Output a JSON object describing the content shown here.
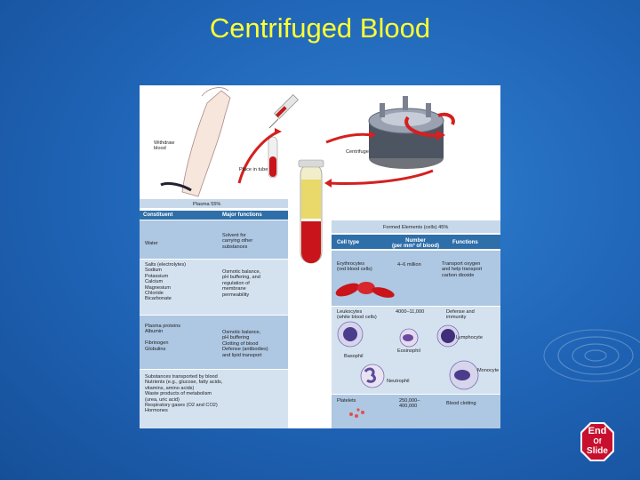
{
  "slide": {
    "title": "Centrifuged Blood"
  },
  "diagram": {
    "withdraw_label": "Withdraw\nblood",
    "place_label": "Place in tube",
    "centrifuge_label": "Centrifuge",
    "plasma_header": "Plasma 55%",
    "formed_header": "Formed Elements (cells) 45%",
    "left_table": {
      "headers": [
        "Constituent",
        "Major functions"
      ],
      "rows": [
        {
          "constituent": "Water",
          "function": "Solvent for\ncarrying other\nsubstances"
        },
        {
          "constituent": "Salts (electrolytes)\n  Sodium\n  Potassium\n  Calcium\n  Magnesium\n  Chloride\n  Bicarbonate",
          "function": "Osmotic balance,\npH buffering, and\nregulation of\nmembrane\npermeability"
        },
        {
          "constituent": "Plasma proteins\n  Albumin\n\n  Fibrinogen\n  Globulins",
          "function": "Osmotic balance,\npH buffering\nClotting of blood\nDefense (antibodies)\nand lipid transport"
        },
        {
          "constituent": "Substances transported by blood\n  Nutrients (e.g., glucose, fatty acids,\n  vitamins, amino acids)\n  Waste products of metabolism\n  (urea, uric acid)\n  Respiratory gases (O2 and CO2)\n  Hormones",
          "function": ""
        }
      ]
    },
    "right_table": {
      "headers": [
        "Cell type",
        "Number\n(per mm³ of blood)",
        "Functions"
      ],
      "rows": [
        {
          "type": "Erythrocytes\n(red blood cells)",
          "number": "4–6 million",
          "function": "Transport oxygen\nand help transport\ncarbon dioxide"
        },
        {
          "type": "Leukocytes\n(white blood cells)",
          "number": "4000–11,000",
          "function": "Defense and\nimmunity"
        },
        {
          "type": "Platelets",
          "number": "250,000–\n400,000",
          "function": "Blood clotting"
        }
      ],
      "cell_labels": {
        "lymphocyte": "Lymphocyte",
        "basophil": "Basophil",
        "eosinophil": "Eosinophil",
        "neutrophil": "Neutrophil",
        "monocyte": "Monocyte"
      }
    }
  },
  "stop_sign": {
    "line1": "End",
    "line2": "Of",
    "line3": "Slide",
    "color": "#c8102e"
  }
}
